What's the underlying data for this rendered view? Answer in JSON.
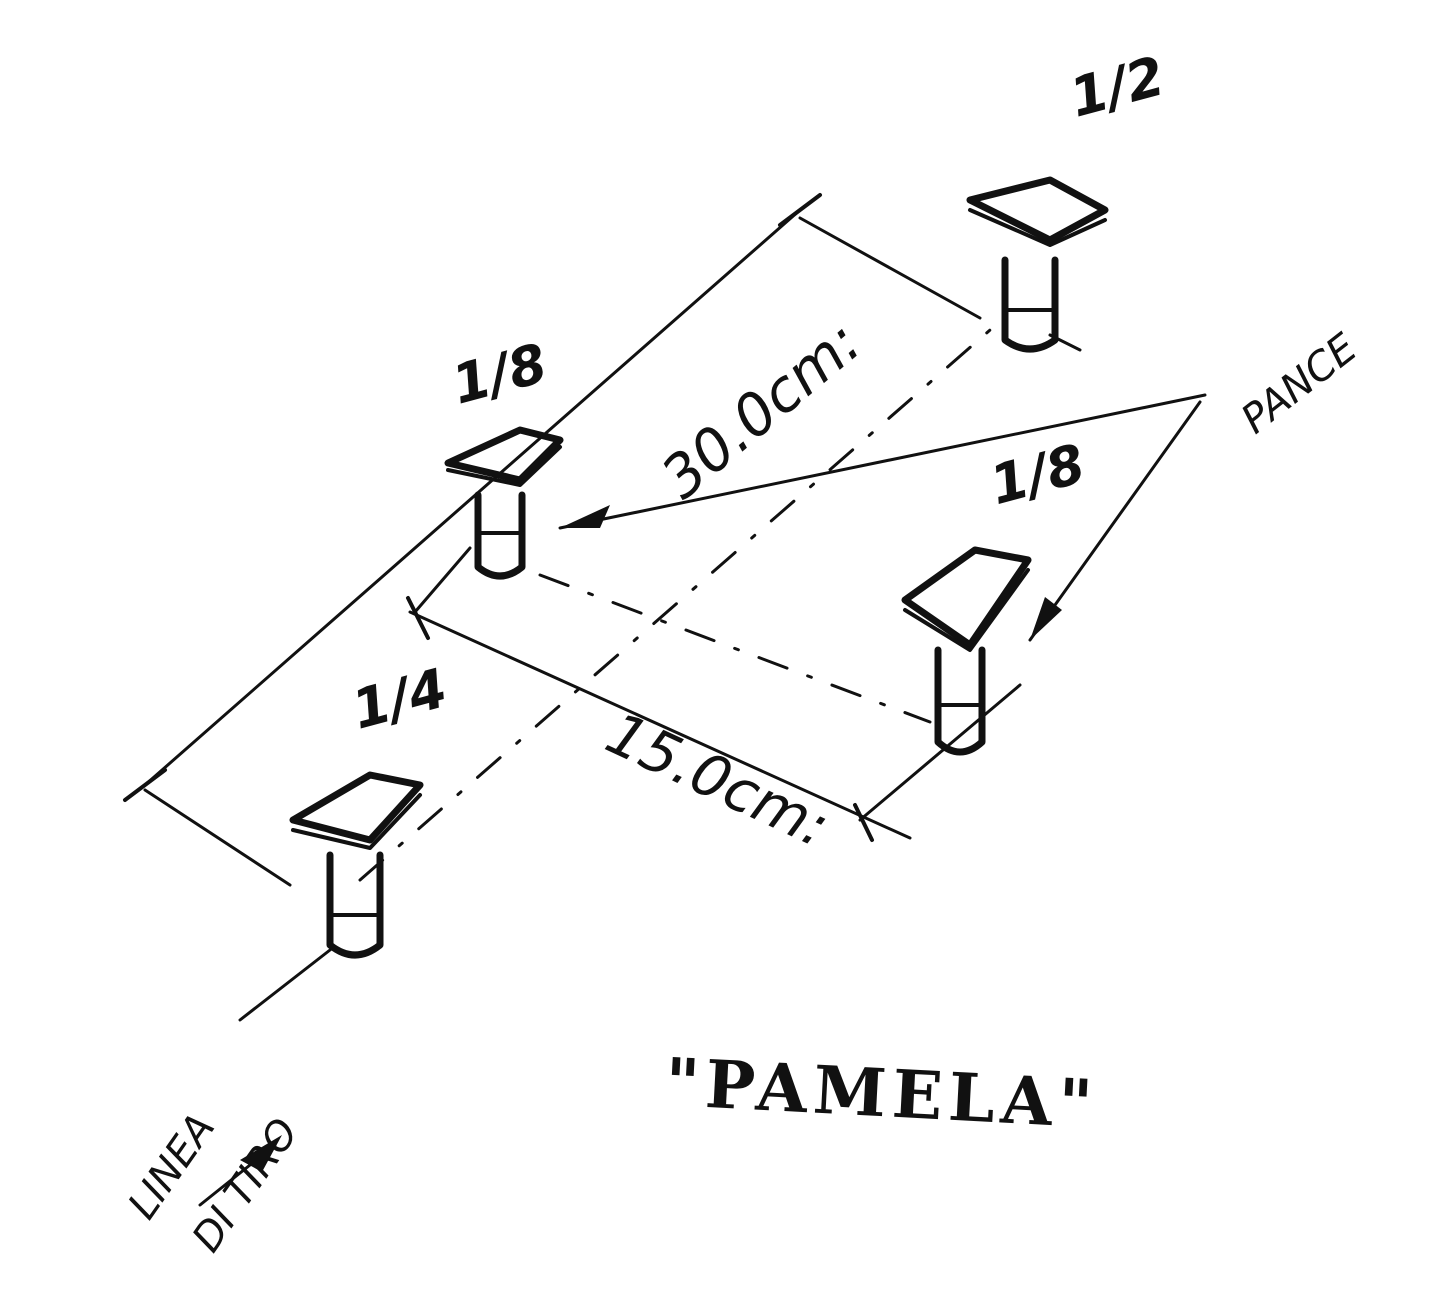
{
  "diagram": {
    "title": "\"PAMELA\"",
    "pins": [
      {
        "id": "back-right",
        "fraction": "1/2"
      },
      {
        "id": "back-left",
        "fraction": "1/8"
      },
      {
        "id": "front-right",
        "fraction": "1/8"
      },
      {
        "id": "front-left",
        "fraction": "1/4"
      }
    ],
    "dimensions": {
      "long_side": "30.0cm:",
      "short_side": "15.0cm:"
    },
    "labels": {
      "panche": "PANCE",
      "linea_line1": "LINEA",
      "linea_line2": "DI TIRO"
    }
  }
}
